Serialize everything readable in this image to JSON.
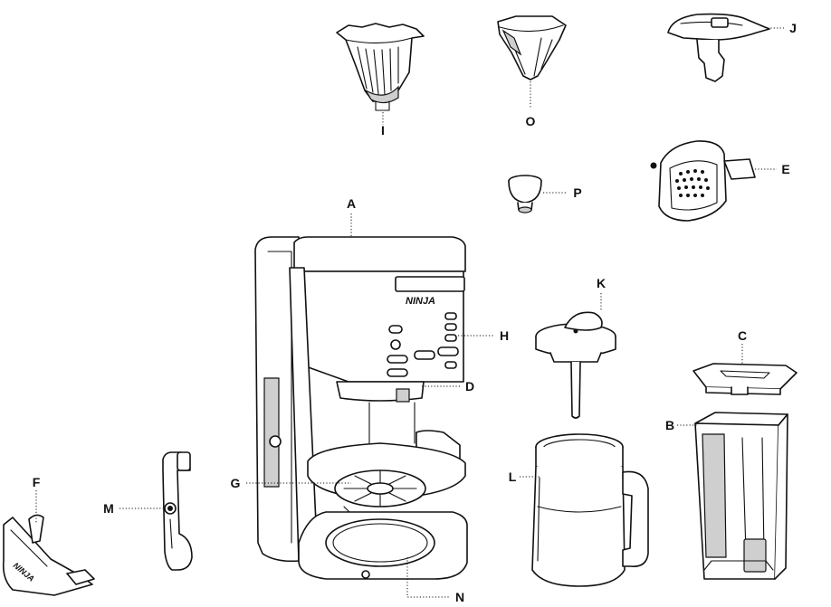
{
  "diagram": {
    "brand_text": "NINJA",
    "labels": {
      "A": "A",
      "B": "B",
      "C": "C",
      "D": "D",
      "E": "E",
      "F": "F",
      "G": "G",
      "H": "H",
      "I": "I",
      "J": "J",
      "K": "K",
      "L": "L",
      "M": "M",
      "N": "N",
      "O": "O",
      "P": "P"
    }
  }
}
